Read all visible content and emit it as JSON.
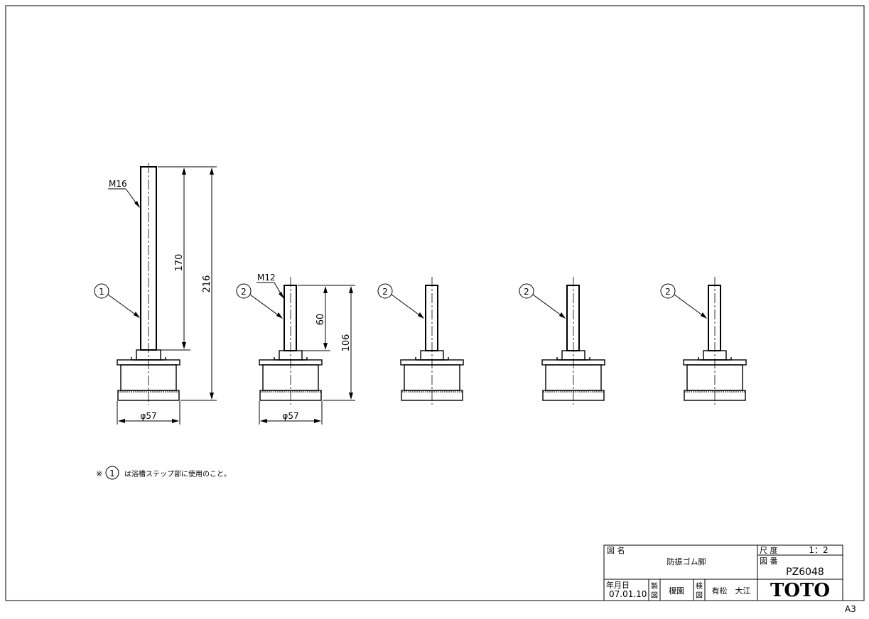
{
  "sheet_size": "A3",
  "labels": {
    "thread_long": "M16",
    "thread_short": "M12",
    "dim_170": "170",
    "dim_216": "216",
    "dim_60": "60",
    "dim_106": "106",
    "dia_1": "φ57",
    "dia_2": "φ57",
    "part_1": "1",
    "part_2": "2"
  },
  "note": {
    "mark": "※",
    "part": "1",
    "text": "は浴槽ステップ部に使用のこと。"
  },
  "title_block": {
    "name_label": "図 名",
    "name": "防振ゴム脚",
    "scale_label": "尺 度",
    "scale": "1：2",
    "number_label": "図 番",
    "number": "PZ6048",
    "date_label": "年月日",
    "date": "07.01.10",
    "made_label": "製\n図",
    "made_by": "榎園",
    "check_label": "検\n図",
    "checked_by": "有松　大江",
    "company": "TOTO"
  }
}
